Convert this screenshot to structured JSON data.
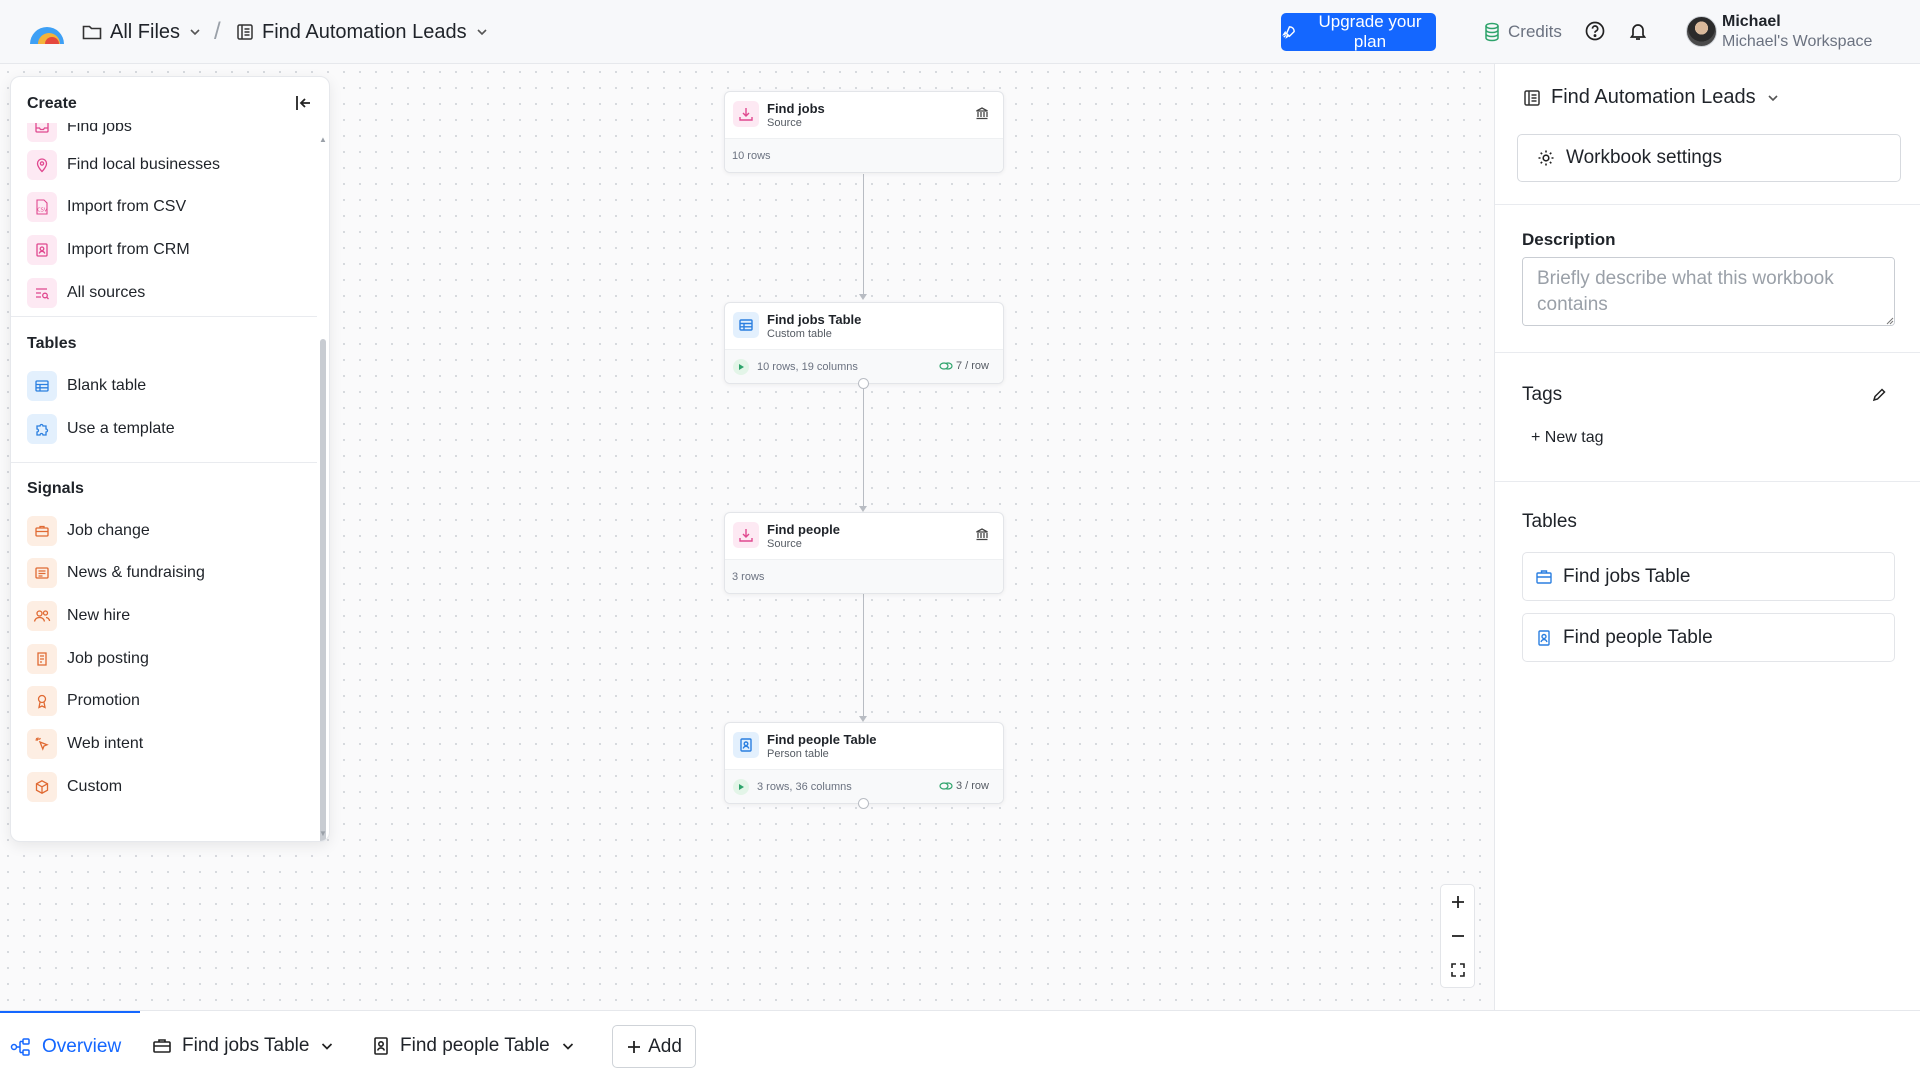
{
  "header": {
    "all_files": "All Files",
    "separator": "/",
    "workbook": "Find Automation Leads",
    "upgrade": "Upgrade your plan",
    "credits": "Credits",
    "user_name": "Michael",
    "user_workspace": "Michael's Workspace"
  },
  "create_panel": {
    "title": "Create",
    "sources": [
      {
        "label": "Find jobs",
        "icon": "inbox-icon"
      },
      {
        "label": "Find local businesses",
        "icon": "map-pin-icon"
      },
      {
        "label": "Import from CSV",
        "icon": "csv-file-icon"
      },
      {
        "label": "Import from CRM",
        "icon": "contact-card-icon"
      },
      {
        "label": "All sources",
        "icon": "list-search-icon"
      }
    ],
    "tables_heading": "Tables",
    "tables": [
      {
        "label": "Blank table",
        "icon": "table-icon"
      },
      {
        "label": "Use a template",
        "icon": "puzzle-icon"
      }
    ],
    "signals_heading": "Signals",
    "signals": [
      {
        "label": "Job change",
        "icon": "briefcase-icon"
      },
      {
        "label": "News & fundraising",
        "icon": "newspaper-icon"
      },
      {
        "label": "New hire",
        "icon": "people-icon"
      },
      {
        "label": "Job posting",
        "icon": "clipboard-icon"
      },
      {
        "label": "Promotion",
        "icon": "award-icon"
      },
      {
        "label": "Web intent",
        "icon": "cursor-click-icon"
      },
      {
        "label": "Custom",
        "icon": "cube-icon"
      }
    ]
  },
  "nodes": [
    {
      "title": "Find jobs",
      "subtitle": "Source",
      "meta": "10 rows"
    },
    {
      "title": "Find jobs Table",
      "subtitle": "Custom table",
      "meta": "10 rows, 19 columns",
      "cost": "7 / row"
    },
    {
      "title": "Find people",
      "subtitle": "Source",
      "meta": "3 rows"
    },
    {
      "title": "Find people Table",
      "subtitle": "Person table",
      "meta": "3 rows, 36 columns",
      "cost": "3 / row"
    }
  ],
  "right_panel": {
    "title": "Find Automation Leads",
    "settings": "Workbook settings",
    "description_label": "Description",
    "description_placeholder": "Briefly describe what this workbook contains",
    "tags_label": "Tags",
    "new_tag": "+ New tag",
    "tables_label": "Tables",
    "tables": [
      "Find jobs Table",
      "Find people Table"
    ]
  },
  "bottom_tabs": {
    "overview": "Overview",
    "tab1": "Find jobs Table",
    "tab2": "Find people Table",
    "add": "Add"
  },
  "colors": {
    "accent": "#1467ff",
    "source_pink": "#e0488f",
    "table_blue": "#2b7fe0",
    "signal_orange": "#e06a33"
  }
}
